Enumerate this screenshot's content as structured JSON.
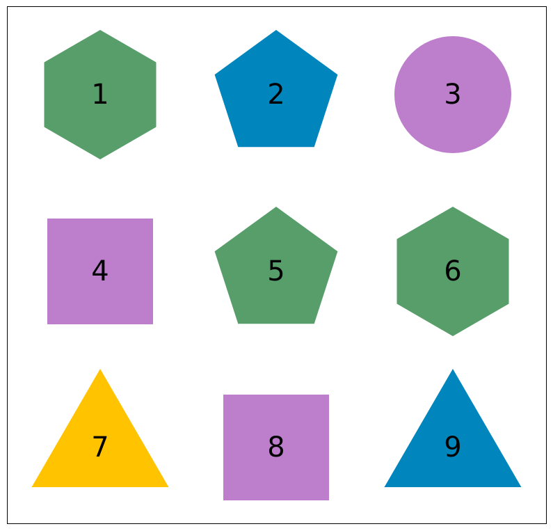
{
  "colors": {
    "green": "#589e6b",
    "blue": "#0086bc",
    "purple": "#bd7ecc",
    "yellow": "#ffc300",
    "frame": "#000000",
    "background": "#ffffff"
  },
  "shapes": [
    {
      "label": "1",
      "shape": "hexagon",
      "color": "green"
    },
    {
      "label": "2",
      "shape": "pentagon",
      "color": "blue"
    },
    {
      "label": "3",
      "shape": "circle",
      "color": "purple"
    },
    {
      "label": "4",
      "shape": "square",
      "color": "purple"
    },
    {
      "label": "5",
      "shape": "pentagon",
      "color": "green"
    },
    {
      "label": "6",
      "shape": "hexagon",
      "color": "green"
    },
    {
      "label": "7",
      "shape": "triangle",
      "color": "yellow"
    },
    {
      "label": "8",
      "shape": "square",
      "color": "purple"
    },
    {
      "label": "9",
      "shape": "triangle",
      "color": "blue"
    }
  ]
}
